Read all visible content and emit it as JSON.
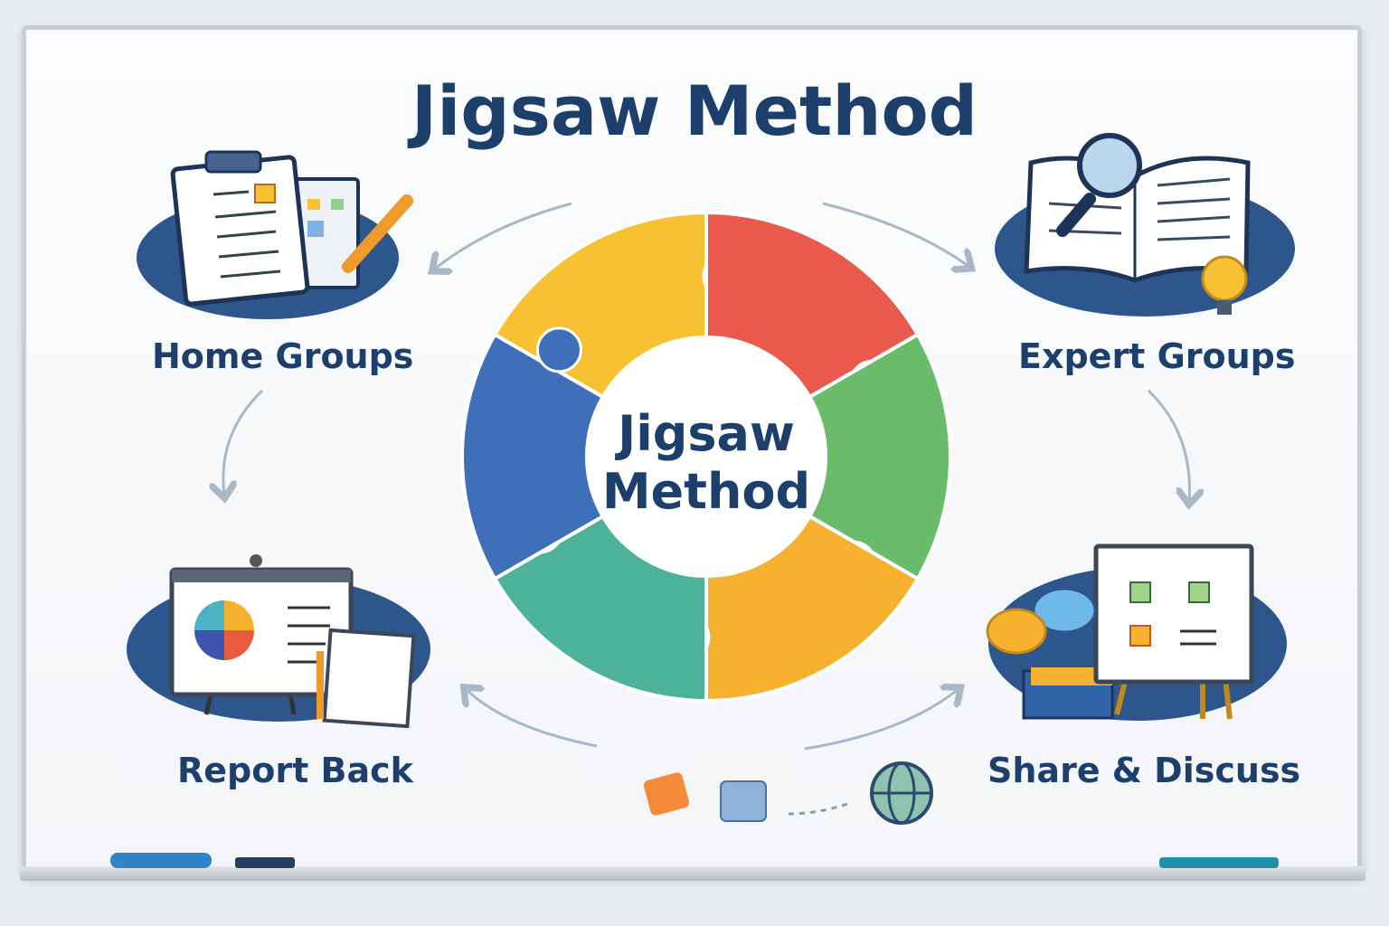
{
  "title": "Jigsaw Method",
  "center": {
    "line1": "Jigsaw",
    "line2": "Method"
  },
  "steps": [
    {
      "label": "Home Groups",
      "icon": "clipboard-icon"
    },
    {
      "label": "Expert Groups",
      "icon": "book-magnifier-icon"
    },
    {
      "label": "Report Back",
      "icon": "presentation-board-icon"
    },
    {
      "label": "Share & Discuss",
      "icon": "discussion-board-icon"
    }
  ],
  "segments": [
    {
      "name": "yellow",
      "color": "#f7c132"
    },
    {
      "name": "red",
      "color": "#ea5a4c"
    },
    {
      "name": "green",
      "color": "#69bd6a"
    },
    {
      "name": "orange",
      "color": "#f6b12f"
    },
    {
      "name": "teal",
      "color": "#4cb39a"
    },
    {
      "name": "blue",
      "color": "#3f6fb8"
    }
  ],
  "colors": {
    "title": "#1d3f6c",
    "blob": "#2c568c",
    "arrow": "#a9b8c8"
  }
}
